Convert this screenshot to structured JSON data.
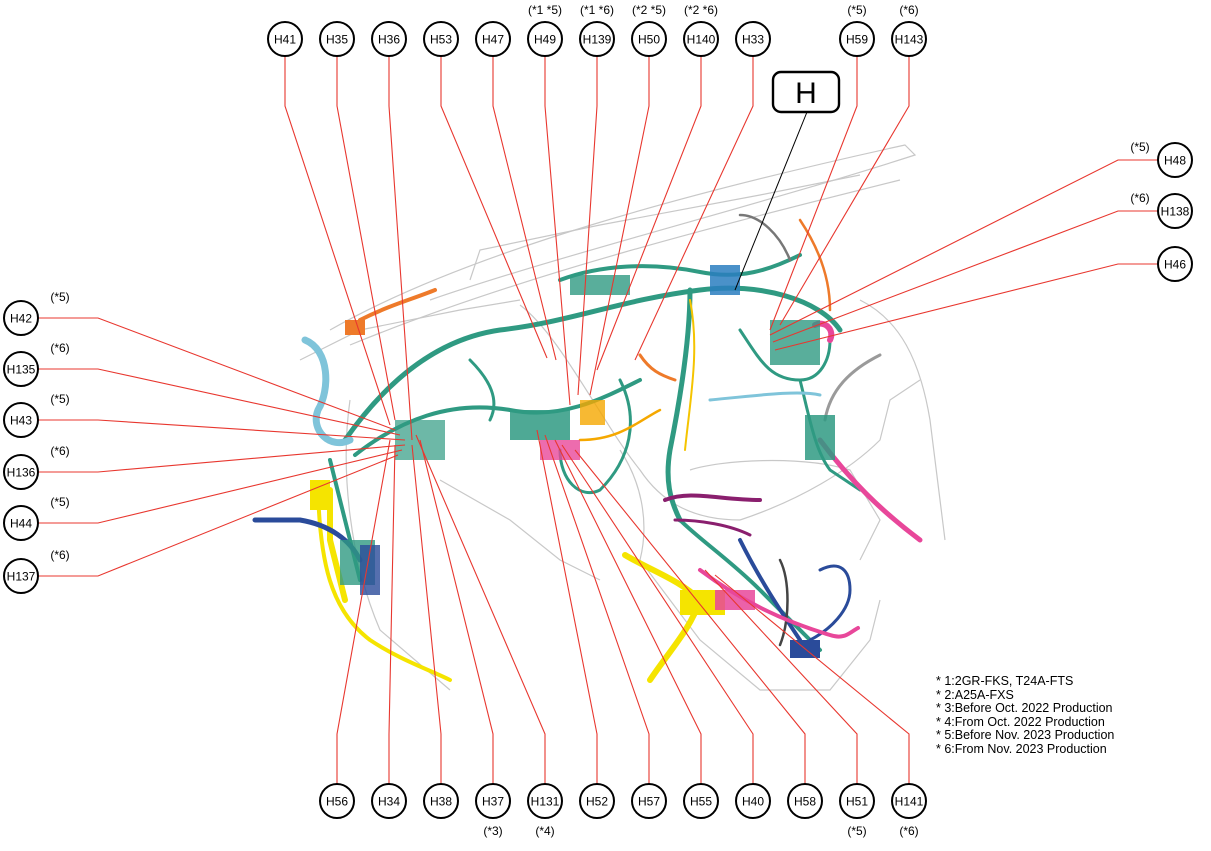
{
  "main_label": "H",
  "connectors_top": [
    {
      "id": "H41",
      "cond": ""
    },
    {
      "id": "H35",
      "cond": ""
    },
    {
      "id": "H36",
      "cond": ""
    },
    {
      "id": "H53",
      "cond": ""
    },
    {
      "id": "H47",
      "cond": ""
    },
    {
      "id": "H49",
      "cond": "(*1 *5)"
    },
    {
      "id": "H139",
      "cond": "(*1 *6)"
    },
    {
      "id": "H50",
      "cond": "(*2 *5)"
    },
    {
      "id": "H140",
      "cond": "(*2 *6)"
    },
    {
      "id": "H33",
      "cond": ""
    },
    {
      "id": "H59",
      "cond": "(*5)"
    },
    {
      "id": "H143",
      "cond": "(*6)"
    }
  ],
  "connectors_left": [
    {
      "id": "H42",
      "cond": "(*5)"
    },
    {
      "id": "H135",
      "cond": "(*6)"
    },
    {
      "id": "H43",
      "cond": "(*5)"
    },
    {
      "id": "H136",
      "cond": "(*6)"
    },
    {
      "id": "H44",
      "cond": "(*5)"
    },
    {
      "id": "H137",
      "cond": "(*6)"
    }
  ],
  "connectors_right": [
    {
      "id": "H48",
      "cond": "(*5)"
    },
    {
      "id": "H138",
      "cond": "(*6)"
    },
    {
      "id": "H46",
      "cond": ""
    }
  ],
  "connectors_bottom": [
    {
      "id": "H56",
      "cond": ""
    },
    {
      "id": "H34",
      "cond": ""
    },
    {
      "id": "H38",
      "cond": ""
    },
    {
      "id": "H37",
      "cond": "(*3)"
    },
    {
      "id": "H131",
      "cond": "(*4)"
    },
    {
      "id": "H52",
      "cond": ""
    },
    {
      "id": "H57",
      "cond": ""
    },
    {
      "id": "H55",
      "cond": ""
    },
    {
      "id": "H40",
      "cond": ""
    },
    {
      "id": "H58",
      "cond": ""
    },
    {
      "id": "H51",
      "cond": "(*5)"
    },
    {
      "id": "H141",
      "cond": "(*6)"
    }
  ],
  "notes": [
    "* 1:2GR-FKS, T24A-FTS",
    "* 2:A25A-FXS",
    "* 3:Before Oct. 2022 Production",
    "* 4:From Oct. 2022 Production",
    "* 5:Before Nov. 2023 Production",
    "* 6:From Nov. 2023 Production"
  ],
  "colors": {
    "leader": "#e8372f",
    "harness_main": "#2f9a82",
    "harness_yellow": "#f5e400",
    "harness_pink": "#e8479a",
    "harness_orange": "#ee7a2a",
    "harness_blue": "#7fc4da",
    "harness_navy": "#2a4b9a",
    "harness_purple": "#8a1f6e",
    "body_outline": "#c8c8c8"
  }
}
